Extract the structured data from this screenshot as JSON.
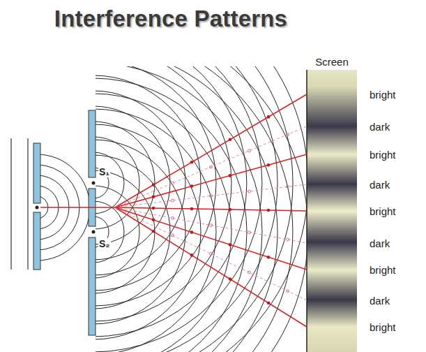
{
  "diagram": {
    "title": "Interference Patterns",
    "labels": [
      "Screen",
      "bright",
      "dark",
      "bright",
      "dark",
      "bright",
      "dark",
      "bright",
      "dark",
      "bright",
      "S₁",
      "S₂"
    ]
  }
}
